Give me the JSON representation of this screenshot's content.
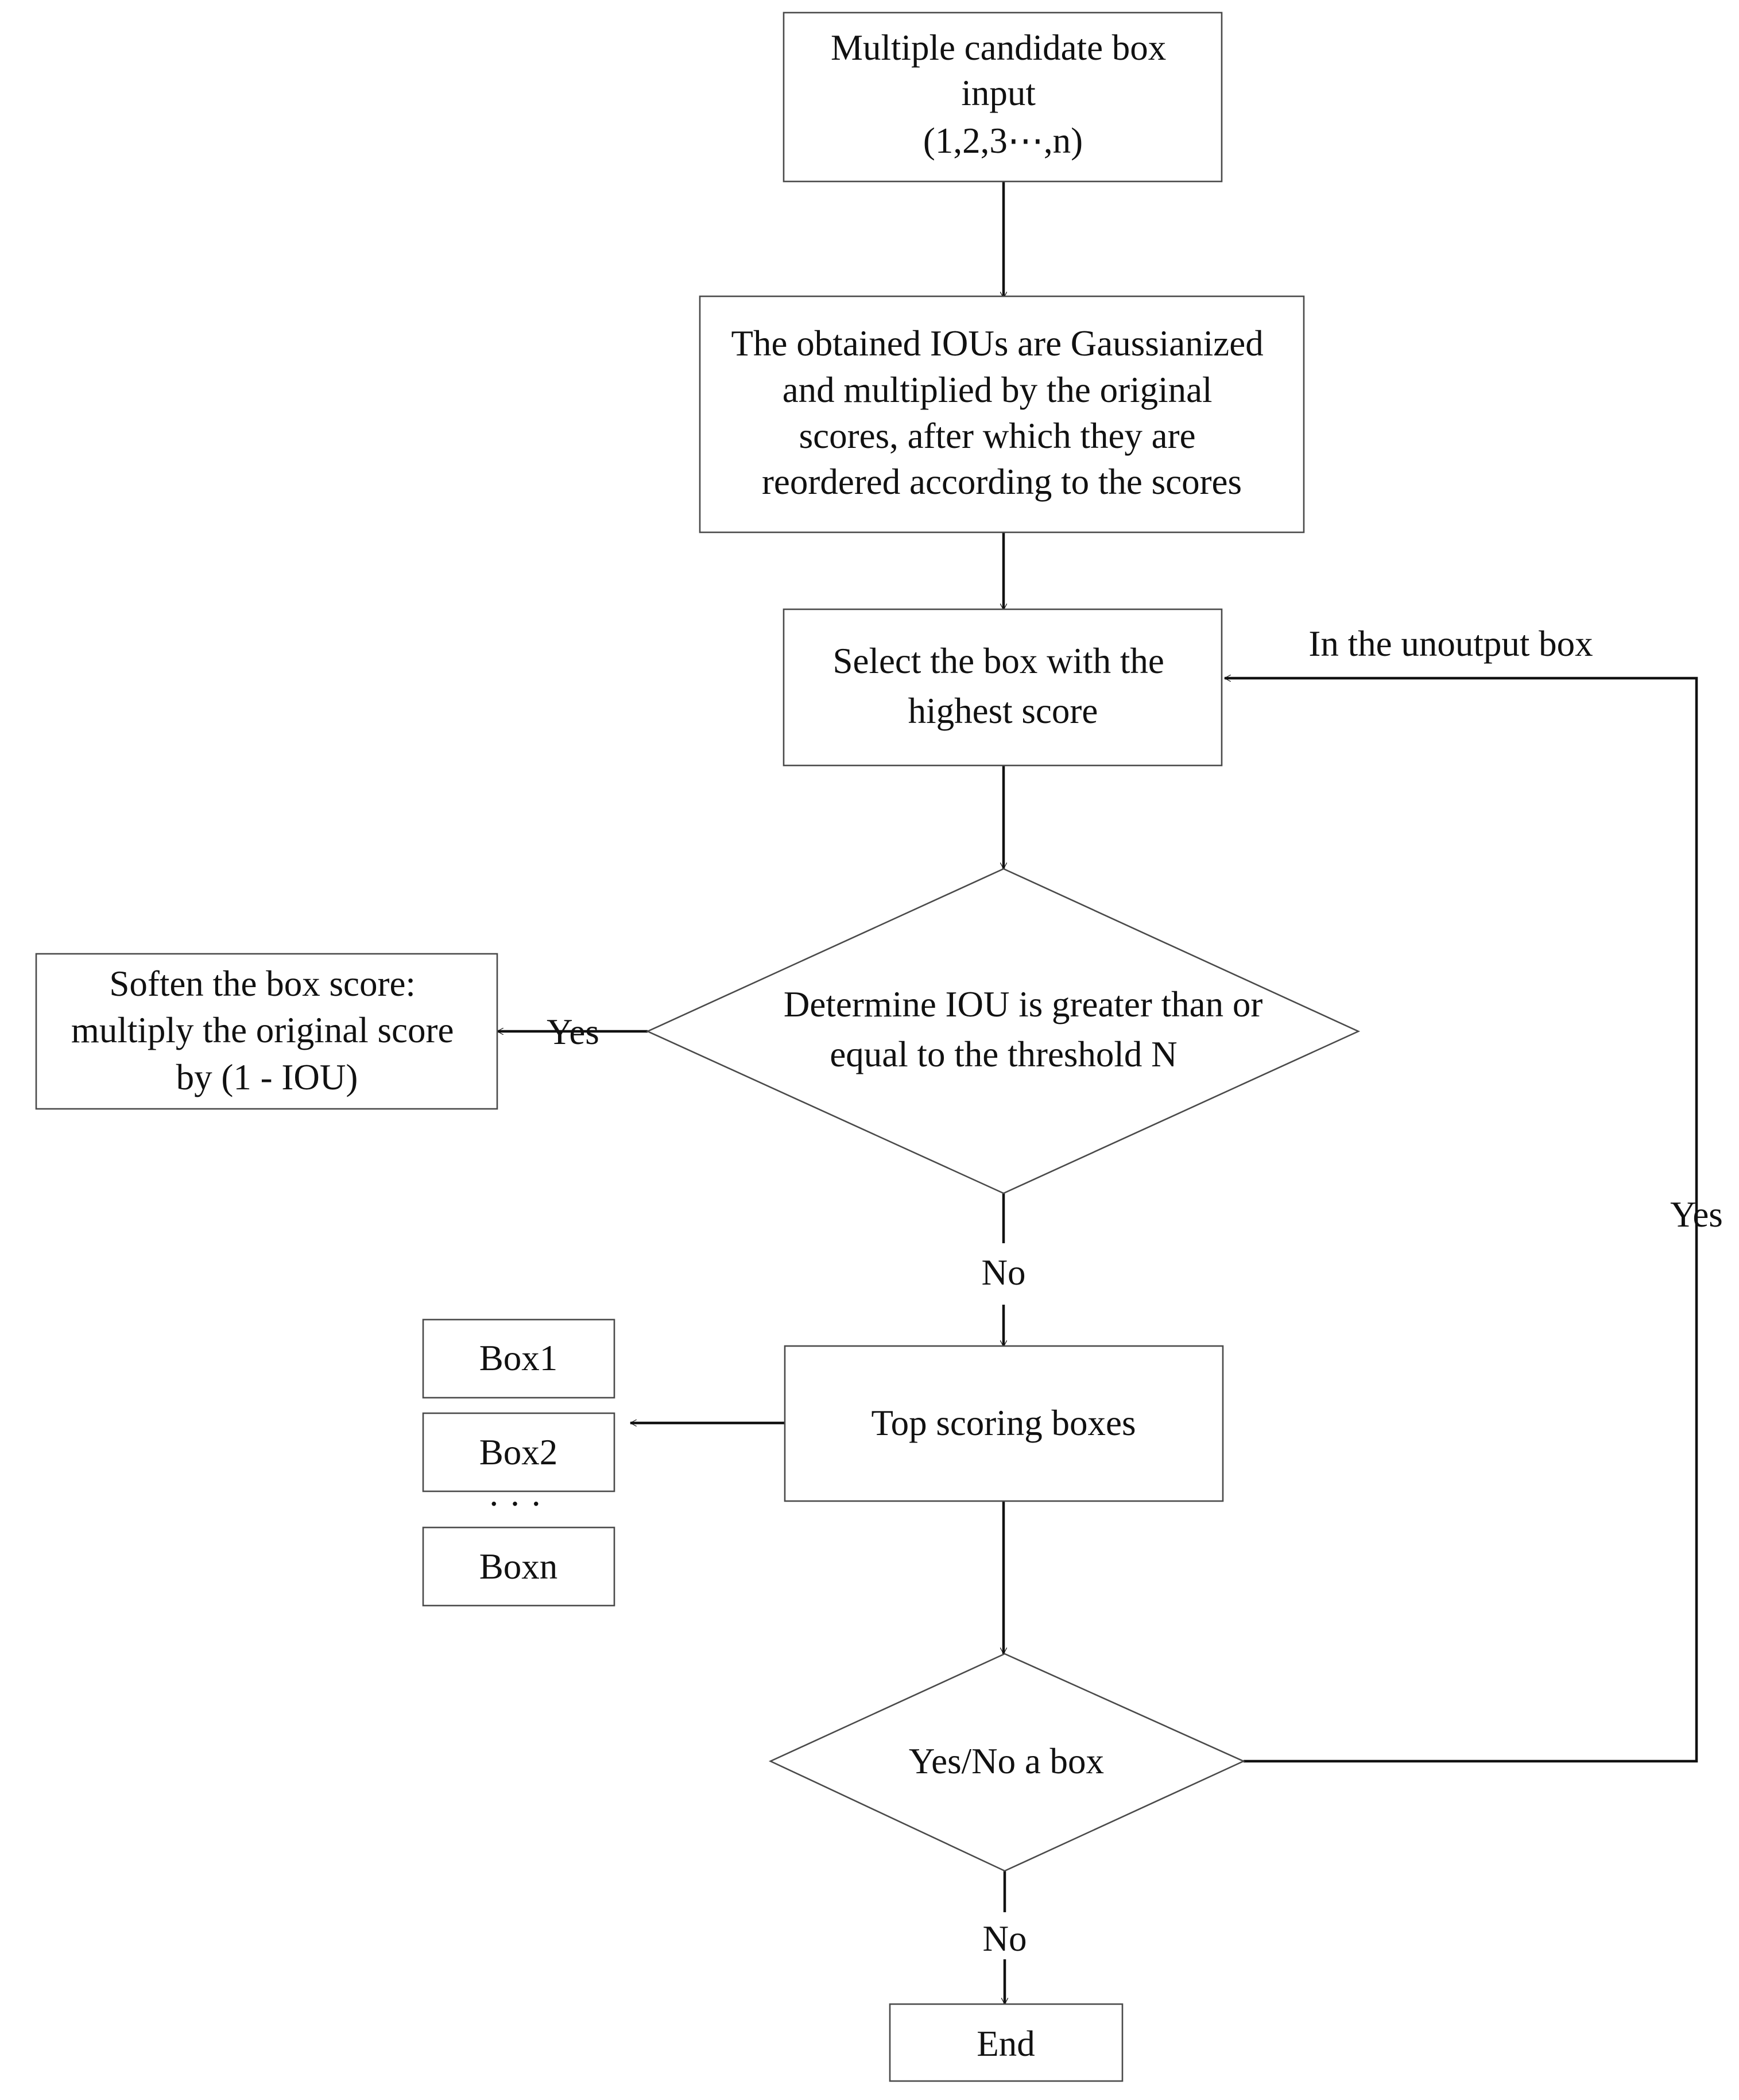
{
  "nodes": {
    "input": {
      "lines": [
        "Multiple candidate box",
        "input",
        "(1,2,3⋯,n)"
      ]
    },
    "gaussianize": {
      "lines": [
        "The obtained IOUs are Gaussianized",
        "and multiplied by the original",
        "scores, after which they are",
        "reordered according to the scores"
      ]
    },
    "select": {
      "lines": [
        "Select the box with the",
        "highest score"
      ]
    },
    "determine": {
      "lines": [
        "Determine IOU is greater than or",
        "equal to the threshold N"
      ]
    },
    "soften": {
      "lines": [
        "Soften the box score:",
        "multiply the original score",
        "by (1 - IOU)"
      ]
    },
    "top_scoring": {
      "lines": [
        "Top scoring boxes"
      ]
    },
    "box1": {
      "lines": [
        "Box1"
      ]
    },
    "box2": {
      "lines": [
        "Box2"
      ]
    },
    "ellipsis": {
      "lines": [
        "· · ·"
      ]
    },
    "boxn": {
      "lines": [
        "Boxn"
      ]
    },
    "yes_no": {
      "lines": [
        "Yes/No a box"
      ]
    },
    "end": {
      "lines": [
        "End"
      ]
    }
  },
  "edge_labels": {
    "determine_yes": "Yes",
    "determine_no": "No",
    "loop_yes": "Yes",
    "loop_in": "In the unoutput box",
    "end_no": "No"
  }
}
